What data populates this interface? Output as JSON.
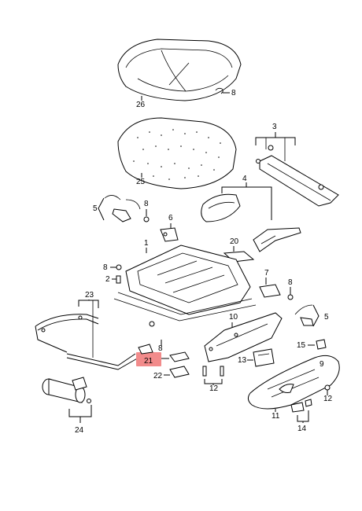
{
  "diagram": {
    "highlight_color": "#f28b8b",
    "line_color": "#000000",
    "callouts": {
      "c26": "26",
      "c8_top": "8",
      "c3": "3",
      "c25": "25",
      "c4": "4",
      "c5_left": "5",
      "c8_mid": "8",
      "c6": "6",
      "c20": "20",
      "c1": "1",
      "c8_left": "8",
      "c2": "2",
      "c7": "7",
      "c8_right": "8",
      "c23": "23",
      "c5_right": "5",
      "c10": "10",
      "c8_center": "8",
      "c21": "21",
      "c22": "22",
      "c13": "13",
      "c15": "15",
      "c12_center": "12",
      "c9": "9",
      "c12_right": "12",
      "c11": "11",
      "c14": "14",
      "c24": "24"
    }
  }
}
